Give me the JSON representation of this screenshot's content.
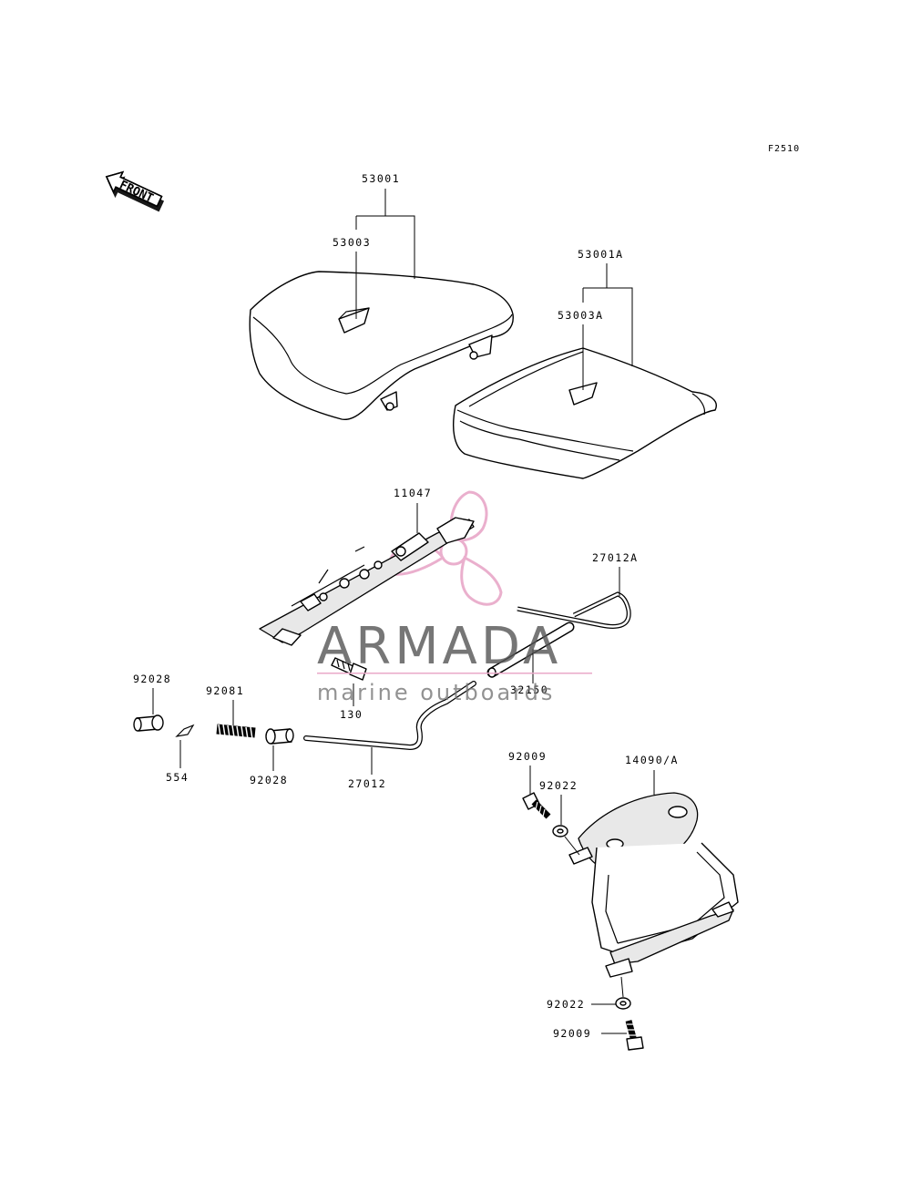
{
  "figure": {
    "code": "F2510"
  },
  "front_arrow": {
    "label": "FRONT"
  },
  "labels": {
    "l53001": "53001",
    "l53003": "53003",
    "l53001A": "53001A",
    "l53003A": "53003A",
    "l11047": "11047",
    "l27012A": "27012A",
    "l32150": "32150",
    "l130": "130",
    "l92028a": "92028",
    "l92081": "92081",
    "l554": "554",
    "l92028b": "92028",
    "l27012": "27012",
    "l92009a": "92009",
    "l92022a": "92022",
    "l14090A": "14090/A",
    "l92022b": "92022",
    "l92009b": "92009"
  },
  "watermark": {
    "brand": "ARMADA",
    "tagline": "marine outboards",
    "logo_color": "#e8a7c8",
    "line_color": "#e9a9c8"
  }
}
